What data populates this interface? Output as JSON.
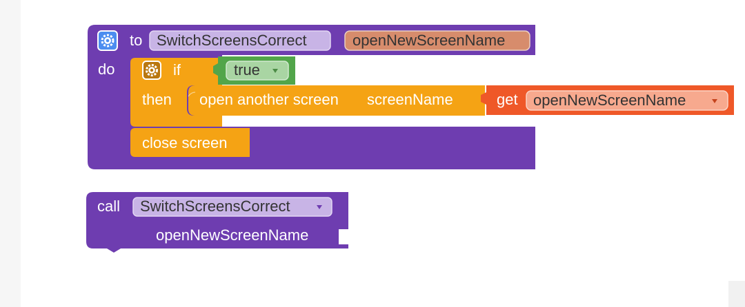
{
  "procedure": {
    "to_keyword": "to",
    "name": "SwitchScreensCorrect",
    "param": "openNewScreenName",
    "do_keyword": "do"
  },
  "if_block": {
    "if_keyword": "if",
    "then_keyword": "then",
    "condition": "true"
  },
  "open_screen": {
    "label": "open another screen",
    "arg_label": "screenName"
  },
  "get_block": {
    "keyword": "get",
    "var": "openNewScreenName"
  },
  "close_screen": {
    "label": "close screen"
  },
  "call_block": {
    "keyword": "call",
    "name": "SwitchScreensCorrect",
    "arg_label": "openNewScreenName"
  },
  "colors": {
    "procedure": "#6e3db0",
    "control": "#f5a314",
    "logic": "#52a54a",
    "variable": "#ef5828",
    "param_field": "#d78c6c"
  },
  "icons": {
    "mutator": "gear-icon",
    "dropdown": "dropdown-arrow-icon"
  }
}
